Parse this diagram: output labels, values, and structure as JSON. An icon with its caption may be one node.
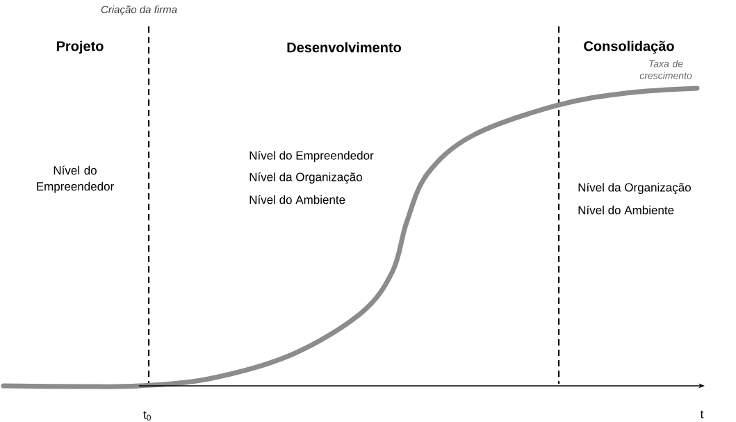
{
  "diagram": {
    "labels": [
      "Criação da firma",
      "Projeto",
      "Desenvolvimento",
      "Consolidação",
      "Taxa de crescimento",
      "Nível do Empreendedor",
      "Nível do Empreendedor",
      "Nível da Organização",
      "Nível do Ambiente",
      "Nível da Organização",
      "Nível do Ambiente",
      "t$_{0}$",
      "t"
    ]
  }
}
